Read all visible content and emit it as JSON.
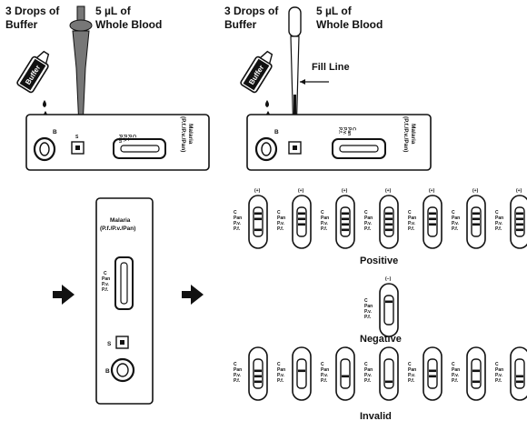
{
  "left_panel": {
    "buffer_label_1": "3 Drops of",
    "buffer_label_2": "Buffer",
    "blood_label_1": "5 µL of",
    "blood_label_2": "Whole Blood",
    "bottle_text": "Buffer"
  },
  "right_panel": {
    "buffer_label_1": "3 Drops of",
    "buffer_label_2": "Buffer",
    "blood_label_1": "5 µL of",
    "blood_label_2": "Whole Blood",
    "fill_line": "Fill Line",
    "bottle_text": "Buffer"
  },
  "cassette": {
    "title_1": "Malaria",
    "title_2": "(P.f./P.v./Pan)",
    "lines_left": [
      "C",
      "P.f.",
      "P.v.",
      "Pan"
    ],
    "lines_right": [
      "C",
      "Pan",
      "P.v.",
      "P.f."
    ],
    "blood_well": "B",
    "sample_well": "S"
  },
  "results": {
    "positive_title": "Positive",
    "negative_title": "Negative",
    "invalid_title": "Invalid",
    "plus": "(+)",
    "minus": "(−)",
    "strip_labels": [
      "C",
      "Pan",
      "P.v.",
      "P.f."
    ]
  },
  "colors": {
    "ink": "#111111",
    "gray": "#777777"
  }
}
